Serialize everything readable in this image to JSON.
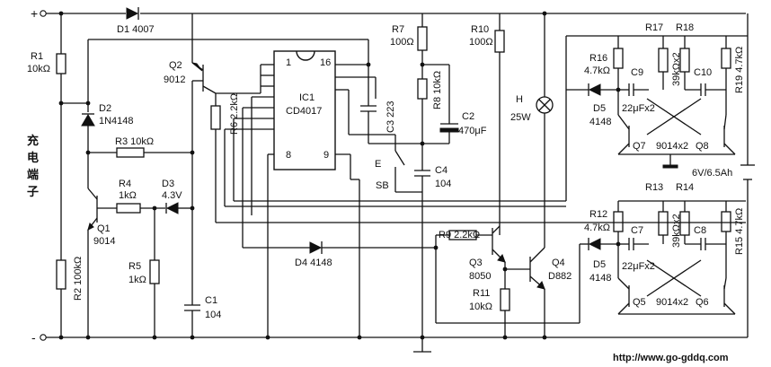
{
  "terminals": {
    "plus": "+",
    "minus": "-"
  },
  "labels": {
    "d1": "D1 4007",
    "r1": "R1",
    "r1v": "10kΩ",
    "d2": "D2",
    "d2v": "1N4148",
    "r3": "R3 10kΩ",
    "r4": "R4",
    "r4v": "1kΩ",
    "d3": "D3",
    "d3v": "4.3V",
    "q1": "Q1",
    "q1v": "9014",
    "r5": "R5",
    "r5v": "1kΩ",
    "r2": "R2 100kΩ",
    "c1": "C1",
    "c1v": "104",
    "q2": "Q2",
    "q2v": "9012",
    "r6": "R6 2.2kΩ",
    "ic1": "IC1",
    "ic1v": "CD4017",
    "pin1": "1",
    "pin16": "16",
    "pin8": "8",
    "pin9": "9",
    "c3": "C3 223",
    "r7": "R7",
    "r7v": "100Ω",
    "r8": "R8 10kΩ",
    "c2": "C2",
    "c2v": "470μF",
    "es": "E",
    "sb": "SB",
    "c4": "C4",
    "c4v": "104",
    "r10": "R10",
    "r10v": "100Ω",
    "h": "H",
    "hv": "25W",
    "d4": "D4 4148",
    "r9": "R9 2.2kΩ",
    "q3": "Q3",
    "q3v": "8050",
    "q4": "Q4",
    "q4v": "D882",
    "r11": "R11",
    "r11v": "10kΩ",
    "r17": "R17",
    "r18": "R18",
    "r16": "R16",
    "r16v": "4.7kΩ",
    "c9": "C9",
    "c10": "C10",
    "c9v": "22μFx2",
    "r1718v": "39kΩx2",
    "r19": "R19 4.7kΩ",
    "d5a": "D5",
    "d5av": "4148",
    "q7": "Q7",
    "q7pair": "9014x2",
    "q8": "Q8",
    "batt": "6V/6.5Ah",
    "r13": "R13",
    "r14": "R14",
    "r12": "R12",
    "r12v": "4.7kΩ",
    "c7": "C7",
    "c8": "C8",
    "c7v": "22μFx2",
    "r1314v": "39kΩx2",
    "r15": "R15 4.7kΩ",
    "d5b": "D5",
    "d5bv": "4148",
    "q5": "Q5",
    "q5pair": "9014x2",
    "q6": "Q6",
    "charge": [
      "充",
      "电",
      "端",
      "子"
    ],
    "url": "http://www.go-gddq.com"
  }
}
